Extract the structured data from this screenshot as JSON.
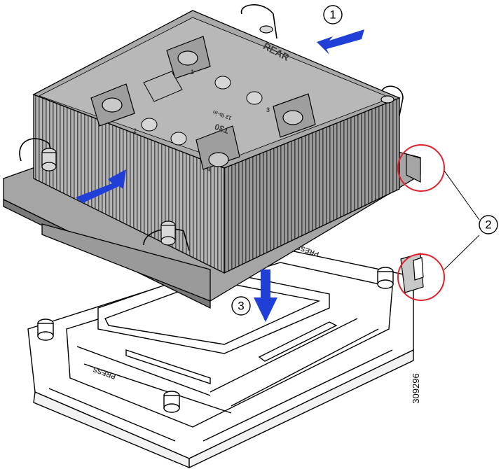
{
  "figure": {
    "figure_id": "309296",
    "colors": {
      "arrow": "#1f3fd6",
      "highlight_ring": "#e0202a",
      "heatsink_fill": "#a9a9a9",
      "fin_dark": "#555555",
      "outline": "#000000"
    }
  },
  "callouts": [
    {
      "number": "1"
    },
    {
      "number": "2"
    },
    {
      "number": "3"
    }
  ],
  "heatsink_labels": {
    "rear": "REAR",
    "torx": "T30",
    "torque": "12 lb-in",
    "nut_numbers": [
      "1",
      "2",
      "3",
      "4"
    ]
  },
  "socket_labels": {
    "press_left": "PRESS",
    "press_right": "PRESS"
  },
  "icons": [
    "insert-arrow-icon",
    "press-down-arrow-icon",
    "highlight-circle-icon",
    "screw-icon"
  ]
}
